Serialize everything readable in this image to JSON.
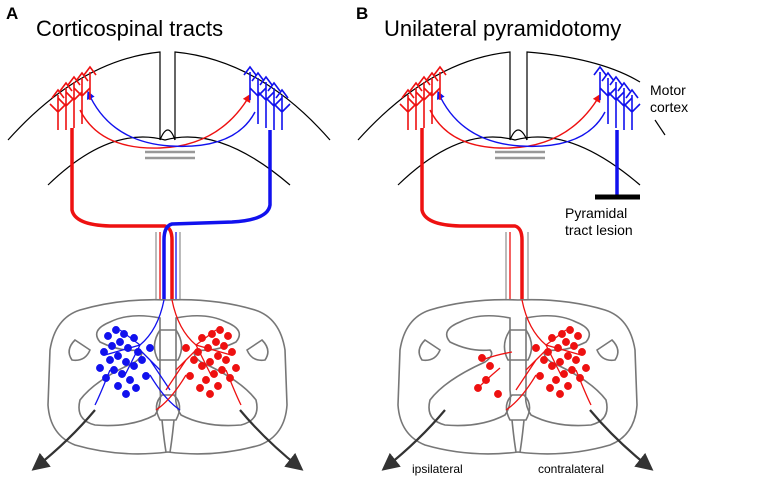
{
  "panels": [
    {
      "letter": "A",
      "title": "Corticospinal tracts"
    },
    {
      "letter": "B",
      "title": "Unilateral pyramidotomy"
    }
  ],
  "annotations": {
    "motor_cortex_line1": "Motor",
    "motor_cortex_line2": "cortex",
    "lesion_line1": "Pyramidal",
    "lesion_line2": "tract lesion",
    "ipsilateral": "ipsilateral",
    "contralateral": "contralateral"
  },
  "colors": {
    "red": "#ee1111",
    "blue": "#1111ee",
    "gray": "#777777",
    "arrow": "#333333",
    "outline": "#000000"
  }
}
